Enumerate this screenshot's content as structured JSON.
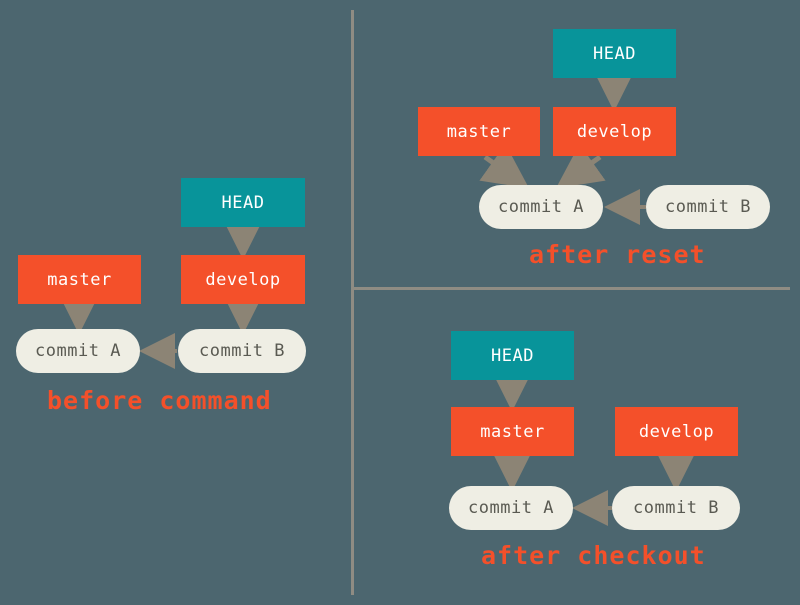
{
  "diagram": {
    "title": "git reset vs git checkout branch pointer diagram",
    "background_color": "#4c666f",
    "divider_color": "#8f8c83",
    "colors": {
      "head_box": "#08949a",
      "branch_box": "#f4502a",
      "commit_pill": "#efeee4",
      "commit_text": "#5a5a52",
      "arrow": "#8c8475",
      "caption": "#f4502a",
      "box_text": "#ffffff"
    }
  },
  "panels": [
    {
      "id": "before",
      "caption": "before command",
      "nodes": {
        "head": "HEAD",
        "master": "master",
        "develop": "develop",
        "commit_a": "commit A",
        "commit_b": "commit B"
      }
    },
    {
      "id": "after-reset",
      "caption": "after reset",
      "nodes": {
        "head": "HEAD",
        "master": "master",
        "develop": "develop",
        "commit_a": "commit A",
        "commit_b": "commit B"
      }
    },
    {
      "id": "after-checkout",
      "caption": "after checkout",
      "nodes": {
        "head": "HEAD",
        "master": "master",
        "develop": "develop",
        "commit_a": "commit A",
        "commit_b": "commit B"
      }
    }
  ]
}
